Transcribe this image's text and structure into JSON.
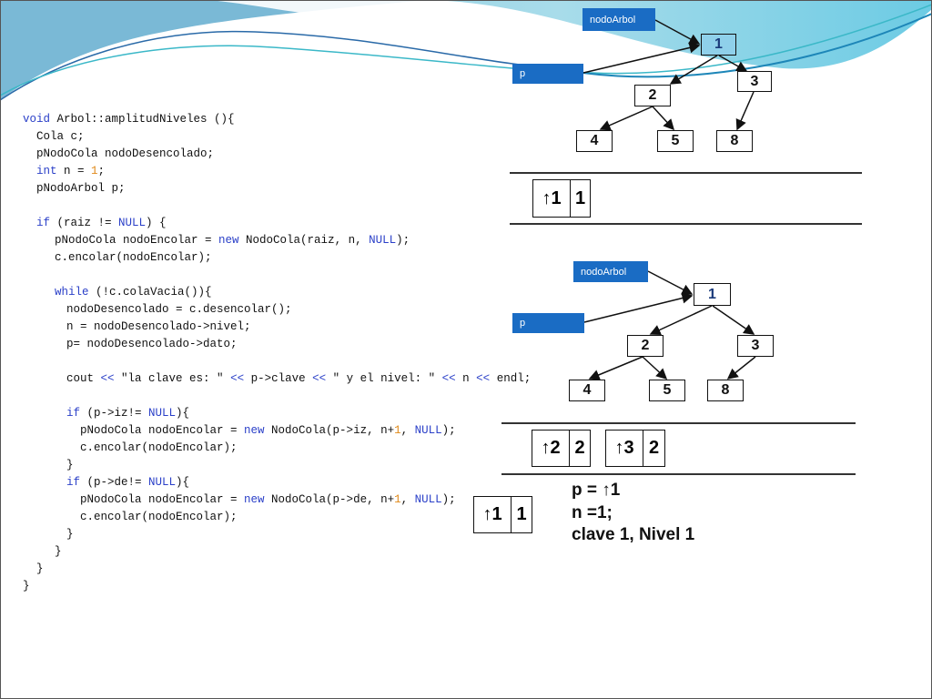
{
  "code": [
    {
      "i": 0,
      "s": [
        [
          "void",
          "kw"
        ],
        [
          " Arbol::amplitudNiveles (){",
          ""
        ]
      ]
    },
    {
      "i": 1,
      "s": [
        [
          "Cola c;",
          ""
        ]
      ]
    },
    {
      "i": 1,
      "s": [
        [
          "pNodoCola nodoDesencolado;",
          ""
        ]
      ]
    },
    {
      "i": 1,
      "s": [
        [
          "int",
          "kw"
        ],
        [
          " n = ",
          ""
        ],
        [
          "1",
          "num"
        ],
        [
          ";",
          ""
        ]
      ]
    },
    {
      "i": 1,
      "s": [
        [
          "pNodoArbol p;",
          ""
        ]
      ]
    },
    {
      "i": 1,
      "s": []
    },
    {
      "i": 1,
      "s": [
        [
          "if",
          "kw"
        ],
        [
          " (raiz != ",
          ""
        ],
        [
          "NULL",
          "kw"
        ],
        [
          ") {",
          ""
        ]
      ]
    },
    {
      "i": 2,
      "s": [
        [
          "pNodoCola nodoEncolar = ",
          ""
        ],
        [
          "new",
          "kw"
        ],
        [
          " NodoCola(raiz, n, ",
          ""
        ],
        [
          "NULL",
          "kw"
        ],
        [
          ");",
          ""
        ]
      ]
    },
    {
      "i": 2,
      "s": [
        [
          "c.encolar(nodoEncolar);",
          ""
        ]
      ]
    },
    {
      "i": 2,
      "s": []
    },
    {
      "i": 2,
      "s": [
        [
          "while",
          "kw"
        ],
        [
          " (!c.colaVacia()){",
          ""
        ]
      ]
    },
    {
      "i": 3,
      "s": [
        [
          "nodoDesencolado = c.desencolar();",
          ""
        ]
      ]
    },
    {
      "i": 3,
      "s": [
        [
          "n = nodoDesencolado->nivel;",
          ""
        ]
      ]
    },
    {
      "i": 3,
      "s": [
        [
          "p= nodoDesencolado->dato;",
          ""
        ]
      ]
    },
    {
      "i": 3,
      "s": []
    },
    {
      "i": 3,
      "s": [
        [
          "cout ",
          ""
        ],
        [
          "<<",
          "kw"
        ],
        [
          " \"la clave es: \" ",
          ""
        ],
        [
          "<<",
          "kw"
        ],
        [
          " p->clave ",
          ""
        ],
        [
          "<<",
          "kw"
        ],
        [
          " \" y el nivel: \" ",
          ""
        ],
        [
          "<<",
          "kw"
        ],
        [
          " n ",
          ""
        ],
        [
          "<<",
          "kw"
        ],
        [
          " endl;",
          ""
        ]
      ]
    },
    {
      "i": 3,
      "s": []
    },
    {
      "i": 3,
      "s": [
        [
          "if",
          "kw"
        ],
        [
          " (p->iz!= ",
          ""
        ],
        [
          "NULL",
          "kw"
        ],
        [
          "){",
          ""
        ]
      ]
    },
    {
      "i": 4,
      "s": [
        [
          "pNodoCola nodoEncolar = ",
          ""
        ],
        [
          "new",
          "kw"
        ],
        [
          " NodoCola(p->iz, n+",
          ""
        ],
        [
          "1",
          "num"
        ],
        [
          ", ",
          ""
        ],
        [
          "NULL",
          "kw"
        ],
        [
          ");",
          ""
        ]
      ]
    },
    {
      "i": 4,
      "s": [
        [
          "c.encolar(nodoEncolar);",
          ""
        ]
      ]
    },
    {
      "i": 3,
      "s": [
        [
          "}",
          ""
        ]
      ]
    },
    {
      "i": 3,
      "s": [
        [
          "if",
          "kw"
        ],
        [
          " (p->de!= ",
          ""
        ],
        [
          "NULL",
          "kw"
        ],
        [
          "){",
          ""
        ]
      ]
    },
    {
      "i": 4,
      "s": [
        [
          "pNodoCola nodoEncolar = ",
          ""
        ],
        [
          "new",
          "kw"
        ],
        [
          " NodoCola(p->de, n+",
          ""
        ],
        [
          "1",
          "num"
        ],
        [
          ", ",
          ""
        ],
        [
          "NULL",
          "kw"
        ],
        [
          ");",
          ""
        ]
      ]
    },
    {
      "i": 4,
      "s": [
        [
          "c.encolar(nodoEncolar);",
          ""
        ]
      ]
    },
    {
      "i": 3,
      "s": [
        [
          "}",
          ""
        ]
      ]
    },
    {
      "i": 2,
      "s": [
        [
          "}",
          ""
        ]
      ]
    },
    {
      "i": 1,
      "s": [
        [
          "}",
          ""
        ]
      ]
    },
    {
      "i": 0,
      "s": [
        [
          "}",
          ""
        ]
      ]
    }
  ],
  "tree1": {
    "label_nodo": "nodoArbol",
    "label_p": "p",
    "nodes": [
      "1",
      "2",
      "3",
      "4",
      "5",
      "8"
    ]
  },
  "queue1": [
    {
      "ptr": "↑1",
      "lvl": "1"
    }
  ],
  "tree2": {
    "label_nodo": "nodoArbol",
    "label_p": "p",
    "nodes": [
      "1",
      "2",
      "3",
      "4",
      "5",
      "8"
    ]
  },
  "queue2": [
    {
      "ptr": "↑2",
      "lvl": "2"
    },
    {
      "ptr": "↑3",
      "lvl": "2"
    }
  ],
  "dequeued": {
    "ptr": "↑1",
    "lvl": "1"
  },
  "info": [
    "p = ↑1",
    "n =1;",
    "clave 1, Nivel 1"
  ],
  "colors": {
    "label_bg": "#1a6cc4",
    "keyword": "#2a3fc8",
    "number": "#e08a1a",
    "root_fill": "#8fd0ea"
  }
}
